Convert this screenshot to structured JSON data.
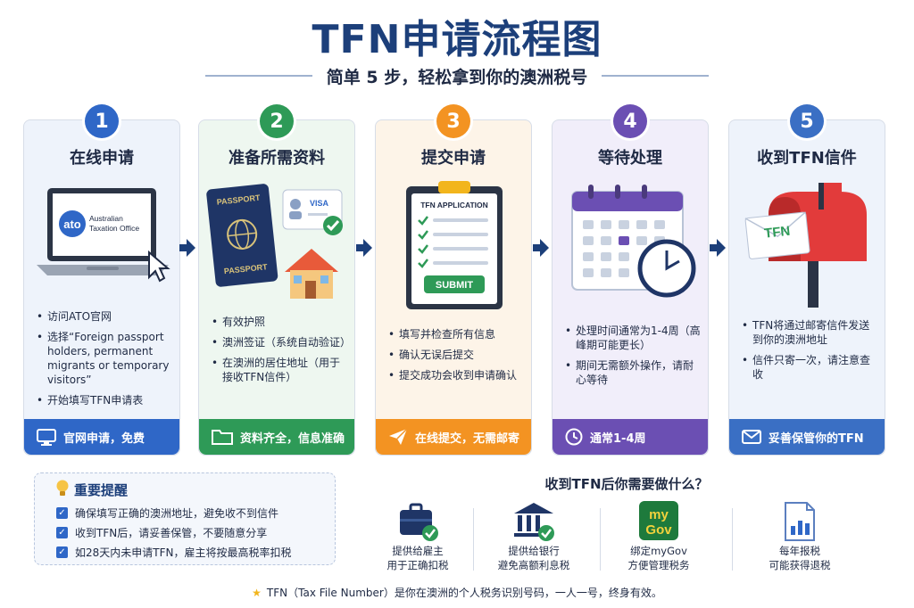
{
  "header": {
    "title": "TFN申请流程图",
    "subtitle": "简单 5 步，轻松拿到你的澳洲税号"
  },
  "colors": {
    "step1": "#2f67c7",
    "step2": "#2e9a57",
    "step3": "#f39322",
    "step4": "#6b4fb3",
    "step5": "#3a6fc4"
  },
  "steps": [
    {
      "number": "1",
      "title": "在线申请",
      "illustration": {
        "logo_mark": "ato",
        "logo_line1": "Australian",
        "logo_line2": "Taxation Office"
      },
      "items": [
        "访问ATO官网",
        "选择“Foreign passport holders, permanent migrants or temporary visitors”",
        "开始填写TFN申请表"
      ],
      "footer_icon": "monitor-icon",
      "footer": "官网申请，免费"
    },
    {
      "number": "2",
      "title": "准备所需资料",
      "illustration": {
        "passport_top": "PASSPORT",
        "passport_bottom": "PASSPORT",
        "visa": "VISA"
      },
      "items": [
        "有效护照",
        "澳洲签证（系统自动验证）",
        "在澳洲的居住地址（用于接收TFN信件）"
      ],
      "footer_icon": "folder-icon",
      "footer": "资料齐全，信息准确"
    },
    {
      "number": "3",
      "title": "提交申请",
      "illustration": {
        "form_title": "TFN APPLICATION",
        "submit": "SUBMIT"
      },
      "items": [
        "填写并检查所有信息",
        "确认无误后提交",
        "提交成功会收到申请确认"
      ],
      "footer_icon": "paper-plane-icon",
      "footer": "在线提交，无需邮寄"
    },
    {
      "number": "4",
      "title": "等待处理",
      "items": [
        "处理时间通常为1-4周（高峰期可能更长）",
        "期间无需额外操作，请耐心等待"
      ],
      "footer_icon": "clock-icon",
      "footer": "通常1-4周"
    },
    {
      "number": "5",
      "title": "收到TFN信件",
      "illustration": {
        "envelope": "TFN"
      },
      "items": [
        "TFN将通过邮寄信件发送到你的澳洲地址",
        "信件只寄一次，请注意查收"
      ],
      "footer_icon": "envelope-icon",
      "footer": "妥善保管你的TFN"
    }
  ],
  "tips": {
    "title": "重要提醒",
    "items": [
      "确保填写正确的澳洲地址，避免收不到信件",
      "收到TFN后，请妥善保管，不要随意分享",
      "如28天内未申请TFN，雇主将按最高税率扣税"
    ]
  },
  "after": {
    "title": "收到TFN后你需要做什么？",
    "items": [
      {
        "icon": "briefcase-icon",
        "line1": "提供给雇主",
        "line2": "用于正确扣税"
      },
      {
        "icon": "bank-icon",
        "line1": "提供给银行",
        "line2": "避免高额利息税"
      },
      {
        "icon": "mygov-icon",
        "logo_top": "my",
        "logo_bottom": "Gov",
        "line1": "绑定myGov",
        "line2": "方便管理税务"
      },
      {
        "icon": "tax-report-icon",
        "line1": "每年报税",
        "line2": "可能获得退税"
      }
    ]
  },
  "note": "TFN（Tax File Number）是你在澳洲的个人税务识别号码，一人一号，终身有效。"
}
